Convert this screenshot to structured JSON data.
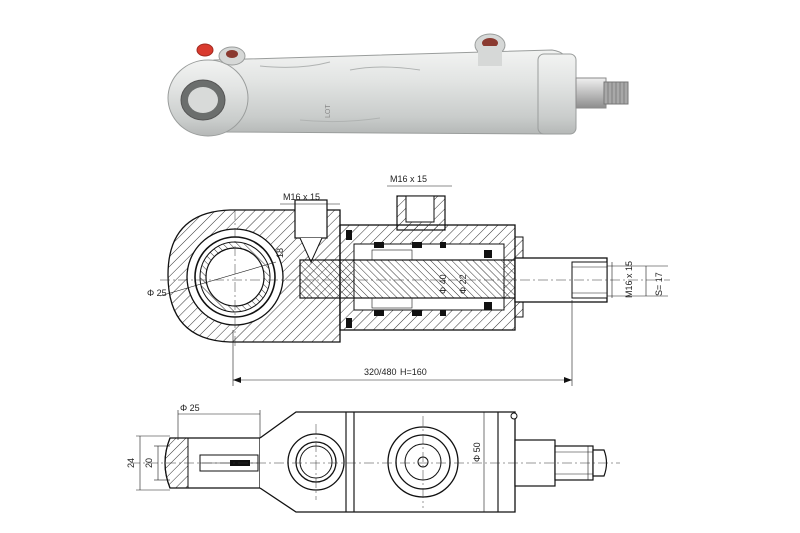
{
  "dimensions": {
    "port_left": "M16 x 15",
    "port_right": "M16 x 15",
    "rod_thread": "M16 x 15",
    "wrench_flat": "S= 17",
    "eye_bore": "Φ 25",
    "dim_18": "18",
    "rod_dia": "Φ 40",
    "piston_rod_dia": "Φ 22",
    "length": "320/480",
    "stroke": "H=160",
    "bottom_eye_bore": "Φ 25",
    "body_dia": "Φ 50",
    "eye_width_outer": "24",
    "eye_width_inner": "20"
  },
  "colors": {
    "cylinder_body": "#dcdedd",
    "hatch": "#1a1a1a",
    "port_cap": "#d93a2e"
  }
}
